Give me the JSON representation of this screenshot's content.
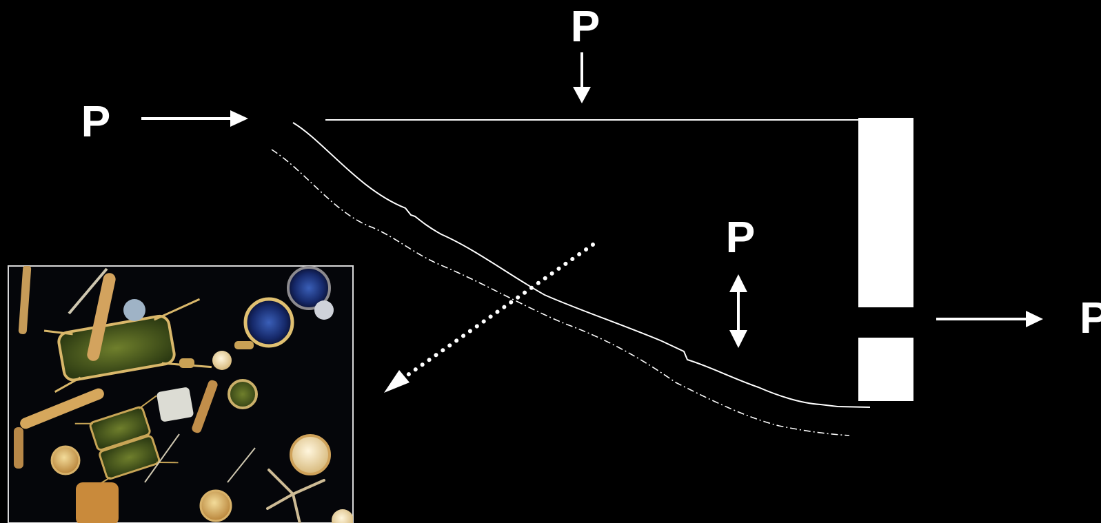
{
  "labels": {
    "top": "P",
    "left": "P",
    "middle": "P",
    "right": "P"
  },
  "colors": {
    "background": "#000000",
    "foreground": "#ffffff",
    "dam": "#ffffff"
  }
}
